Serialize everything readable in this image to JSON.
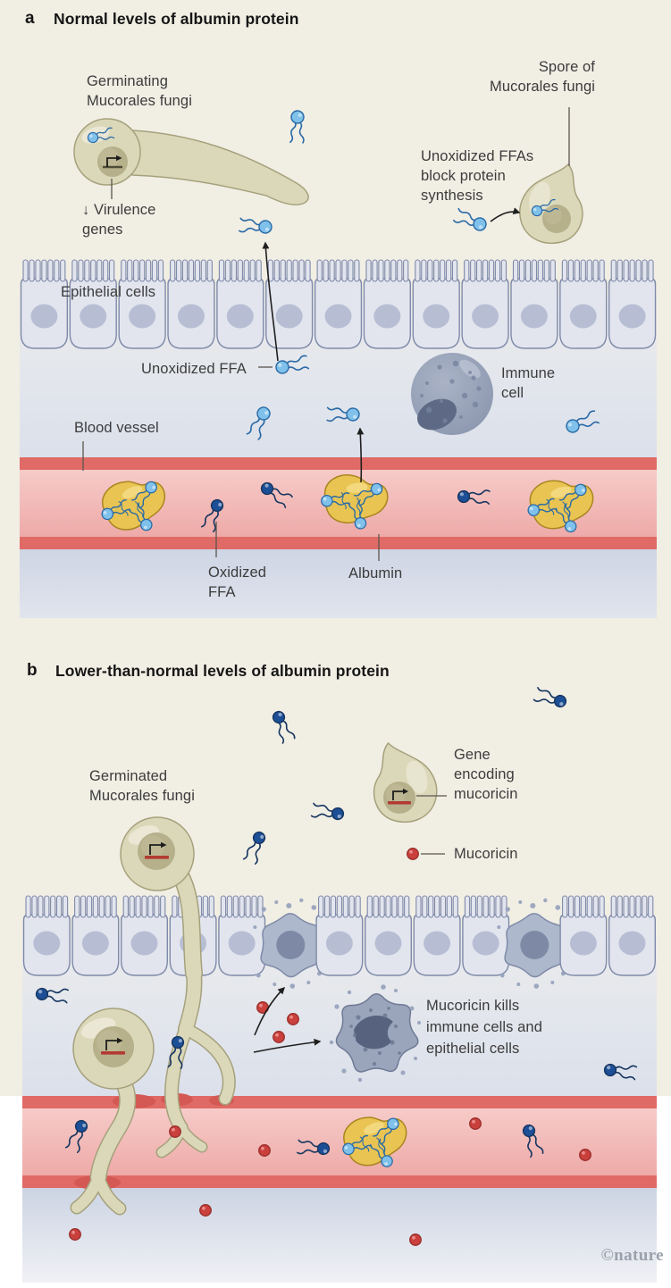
{
  "panel_a": {
    "marker": "a",
    "title": "Normal levels of albumin protein",
    "labels": {
      "germinating_fungi": [
        "Germinating",
        "Mucorales fungi"
      ],
      "virulence_genes": [
        "↓ Virulence",
        "genes"
      ],
      "spore": [
        "Spore of",
        "Mucorales fungi"
      ],
      "ffas_block": [
        "Unoxidized FFAs",
        "block protein",
        "synthesis"
      ],
      "epithelial_cells": "Epithelial cells",
      "unoxidized_ffa": "Unoxidized FFA",
      "immune_cell": [
        "Immune",
        "cell"
      ],
      "blood_vessel": "Blood vessel",
      "oxidized_ffa": [
        "Oxidized",
        "FFA"
      ],
      "albumin": "Albumin"
    }
  },
  "panel_b": {
    "marker": "b",
    "title": "Lower-than-normal levels of albumin protein",
    "labels": {
      "germinated_fungi": [
        "Germinated",
        "Mucorales fungi"
      ],
      "gene_encoding": [
        "Gene",
        "encoding",
        "mucoricin"
      ],
      "mucoricin": "Mucoricin",
      "mucoricin_kills": [
        "Mucoricin kills",
        "immune cells and",
        "epithelial cells"
      ]
    }
  },
  "credit": "©nature",
  "icons": {
    "unoxidized-ffa-icon": "light blue ball with two wavy fatty-acid tails",
    "oxidized-ffa-icon": "dark navy ball with two wavy fatty-acid tails",
    "albumin-icon": "yellow bean-shaped protein with bound FFAs",
    "mucoricin-icon": "small red toxin sphere",
    "promoter-arrow-icon": "bent arrow over gene bar (gene expression)",
    "down-arrow-icon": "↓"
  },
  "colors": {
    "cream": "#f1eee4",
    "title": "#161616",
    "text": "#3c3c3c",
    "pointer": "#5a564e",
    "arrow": "#1f1f1f",
    "cellFill": "#e2e5ee",
    "cellStroke": "#7f8aa9",
    "cellNucleus": "#b7bed4",
    "subepiTop": "#ebeced",
    "subepiBot": "#dbe0eb",
    "belowATop": "#ced5e4",
    "belowABot": "#e0e4ed",
    "belowBTop": "#ccd4e3",
    "belowBBot": "#f0f1f5",
    "vesselWall": "#e06a66",
    "vesselTear": "#d45854",
    "vesselTop": "#f6cbc8",
    "vesselBot": "#eeaaa8",
    "albumin": "#e9c453",
    "albuminStroke": "#a8861f",
    "albuminHi": "#f4dc86",
    "ffaFill": "#7fc1ea",
    "ffaStroke": "#2a6aa6",
    "oxFill": "#1d4f97",
    "oxStroke": "#16355f",
    "mucoricin": "#c9403c",
    "mucoricinStroke": "#992e2b",
    "mucoricinHi": "#e98b88",
    "fungal": "#dbd8ba",
    "fungalStroke": "#a6a17c",
    "fungalHi": "#ecead9",
    "fungalNucleus": "#b6b08b",
    "fungalNucleusHi": "#c4bf9c",
    "geneRed": "#b23a32",
    "geneDark": "#4f4d38",
    "immuneBody1": "#aab3c6",
    "immuneBody2": "#8b97af",
    "immuneNucleus": "#5e6a85",
    "immuneSpot": "#76839e",
    "dyingFill": "#9aa5bc",
    "dyingStroke": "#6f7a95",
    "dyingNucleus": "#57627e",
    "debris": "#93a0ba",
    "damagedFill": "#aeb8cc",
    "damagedNucleus": "#7e89a5",
    "credit": "#9aa2ac"
  }
}
